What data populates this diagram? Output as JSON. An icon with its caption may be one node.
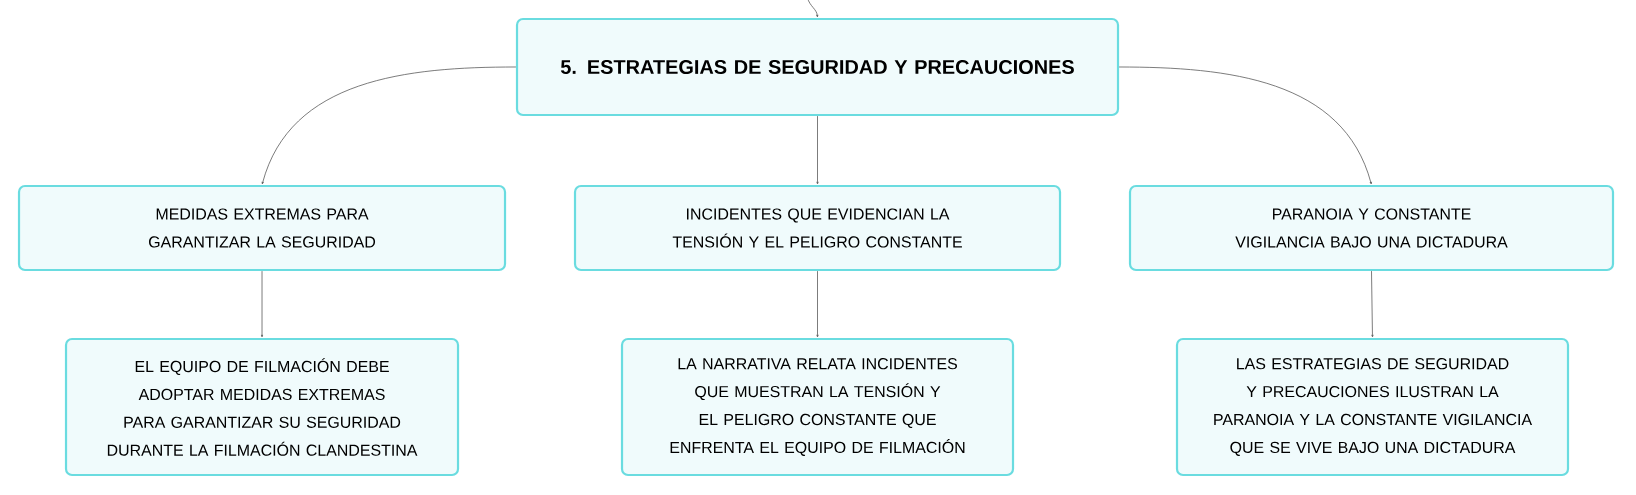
{
  "diagram": {
    "nodes": [
      {
        "text": [
          "5. ESTRATEGIAS DE SEGURIDAD Y PRECAUCIONES"
        ]
      },
      {
        "text": [
          "MEDIDAS EXTREMAS PARA GARANTIZAR LA SEGURIDAD"
        ]
      },
      {
        "text": [
          "INCIDENTES QUE EVIDENCIAN LA TENSIÓN Y EL PELIGRO CONSTANTE"
        ]
      },
      {
        "text": [
          "PARANOIA Y CONSTANTE VIGILANCIA BAJO UNA DICTADURA"
        ]
      },
      {
        "text": [
          "EL EQUIPO DE FILMACIÓN DEBE ADOPTAR MEDIDAS EXTREMAS PARA GARANTIZAR SU SEGURIDAD DURANTE LA FILMACIÓN CLANDESTINA"
        ]
      },
      {
        "text": [
          "LA NARRATIVA RELATA INCIDENTES QUE MUESTRAN LA TENSIÓN Y EL PELIGRO CONSTANTE QUE ENFRENTA EL EQUIPO DE FILMACIÓN"
        ]
      },
      {
        "text": [
          "LAS ESTRATEGIAS DE SEGURIDAD Y PRECAUCIONES ILUSTRAN LA PARANOIA Y LA CONSTANTE VIGILANCIA QUE SE VIVE BAJO UNA DICTADURA"
        ]
      }
    ],
    "edges": [
      {
        "from": null,
        "to": 0,
        "arrow": "to"
      },
      {
        "from": 0,
        "to": 1,
        "arrow": "to"
      },
      {
        "from": 0,
        "to": 2,
        "arrow": "to"
      },
      {
        "from": 0,
        "to": 3,
        "arrow": "to"
      },
      {
        "from": 1,
        "to": 4,
        "arrow": "to"
      },
      {
        "from": 2,
        "to": 5,
        "arrow": "to"
      },
      {
        "from": 3,
        "to": 6,
        "arrow": "to"
      }
    ]
  }
}
